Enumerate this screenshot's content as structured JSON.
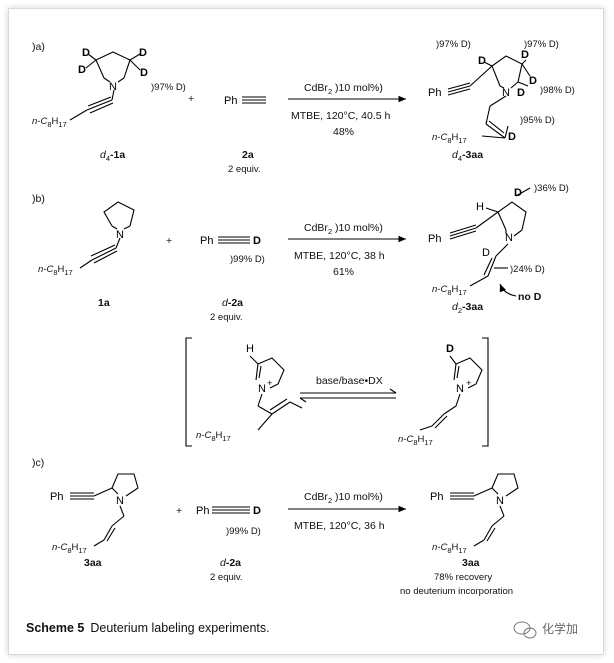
{
  "part_a": {
    "label": ")a)",
    "sm1": {
      "name_prefix": "d",
      "name_sub": "4",
      "name_bold": "-1a",
      "d_pct": ")97% D)",
      "D": "D",
      "N": "N",
      "chain_pre": "n-C",
      "chain_8": "8",
      "chain_H": "H",
      "chain_17": "17"
    },
    "plus": "+",
    "sm2": {
      "name": "2a",
      "equiv": "2 equiv.",
      "Ph": "Ph"
    },
    "cond": {
      "cat_a": "CdBr",
      "cat_sub": "2",
      "cat_b": " )10 mol%)",
      "solvent": "MTBE, 120°C, 40.5 h",
      "yield": "48%"
    },
    "product": {
      "name_prefix": "d",
      "name_sub": "4",
      "name_bold": "-3aa",
      "d1": ")97% D)",
      "d2": ")97% D)",
      "d3": ")98% D)",
      "d4": ")95% D)"
    }
  },
  "part_b": {
    "label": ")b)",
    "sm1": {
      "name": "1a"
    },
    "plus": "+",
    "sm2": {
      "name_prefix": "d",
      "name_bold": "-2a",
      "equiv": "2 equiv.",
      "d_pct": ")99% D)"
    },
    "cond": {
      "cat_a": "CdBr",
      "cat_sub": "2",
      "cat_b": " )10 mol%)",
      "solvent": "MTBE, 120°C, 38 h",
      "yield": "61%"
    },
    "product": {
      "name_prefix": "d",
      "name_sub": "2",
      "name_bold": "-3aa",
      "d1": ")36% D)",
      "d2": ")24% D)",
      "noD": "no D",
      "H": "H"
    }
  },
  "equilibrium": {
    "reagent": "base/base•DX",
    "Nplus": "N",
    "plus": "+"
  },
  "part_c": {
    "label": ")c)",
    "sm1": {
      "name": "3aa"
    },
    "plus": "+",
    "sm2": {
      "name_prefix": "d",
      "name_bold": "-2a",
      "equiv": "2 equiv.",
      "d_pct": ")99% D)"
    },
    "cond": {
      "cat_a": "CdBr",
      "cat_sub": "2",
      "cat_b": " )10 mol%)",
      "solvent": "MTBE, 120°C, 36 h"
    },
    "product": {
      "name": "3aa",
      "recovery": "78% recovery",
      "note": "no deuterium incorporation"
    }
  },
  "caption": {
    "scheme": "Scheme 5",
    "text": "Deuterium labeling experiments."
  },
  "watermark": "化学加"
}
